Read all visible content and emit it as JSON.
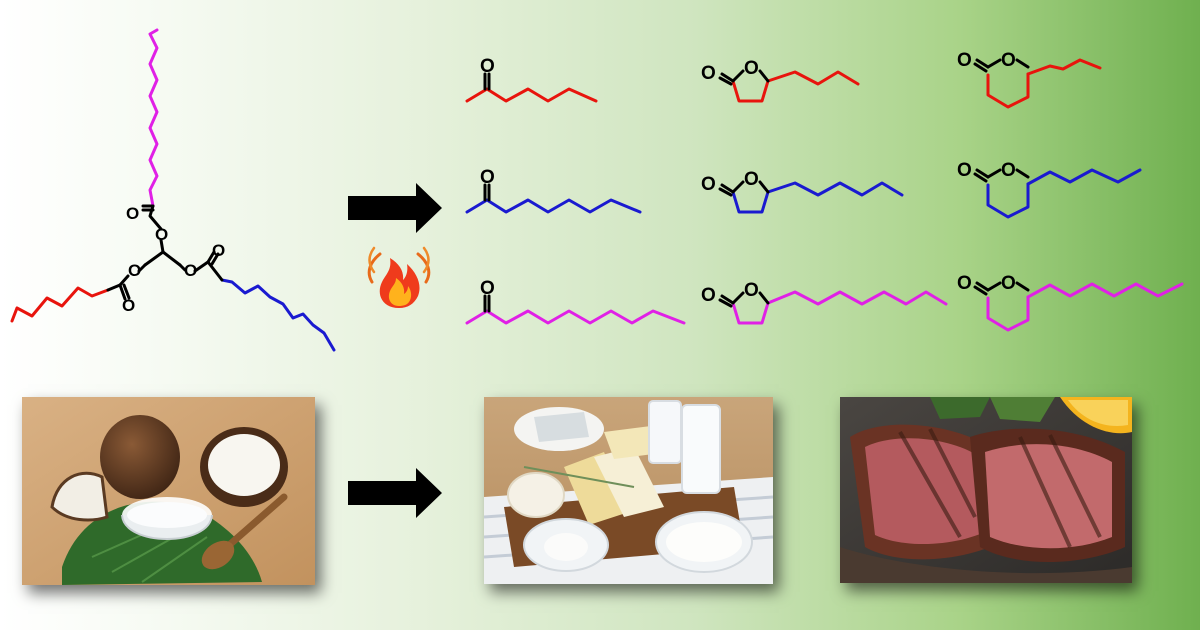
{
  "atoms": {
    "oxygen": "O"
  },
  "colors": {
    "short_chain": "#e8140d",
    "medium_chain": "#1a1ad0",
    "long_chain": "#e020e6",
    "backbone": "#000000",
    "background_end": "#6fb04f"
  },
  "icons": {
    "reaction_arrow": "right-arrow-icon",
    "heat": "fire-icon"
  },
  "photos": [
    {
      "subject": "coconut-and-coconut-oil",
      "name": "coconut-oil-photo"
    },
    {
      "subject": "cheese-and-milk-dairy",
      "name": "dairy-photo"
    },
    {
      "subject": "grilled-beef-steak",
      "name": "steak-photo"
    }
  ]
}
